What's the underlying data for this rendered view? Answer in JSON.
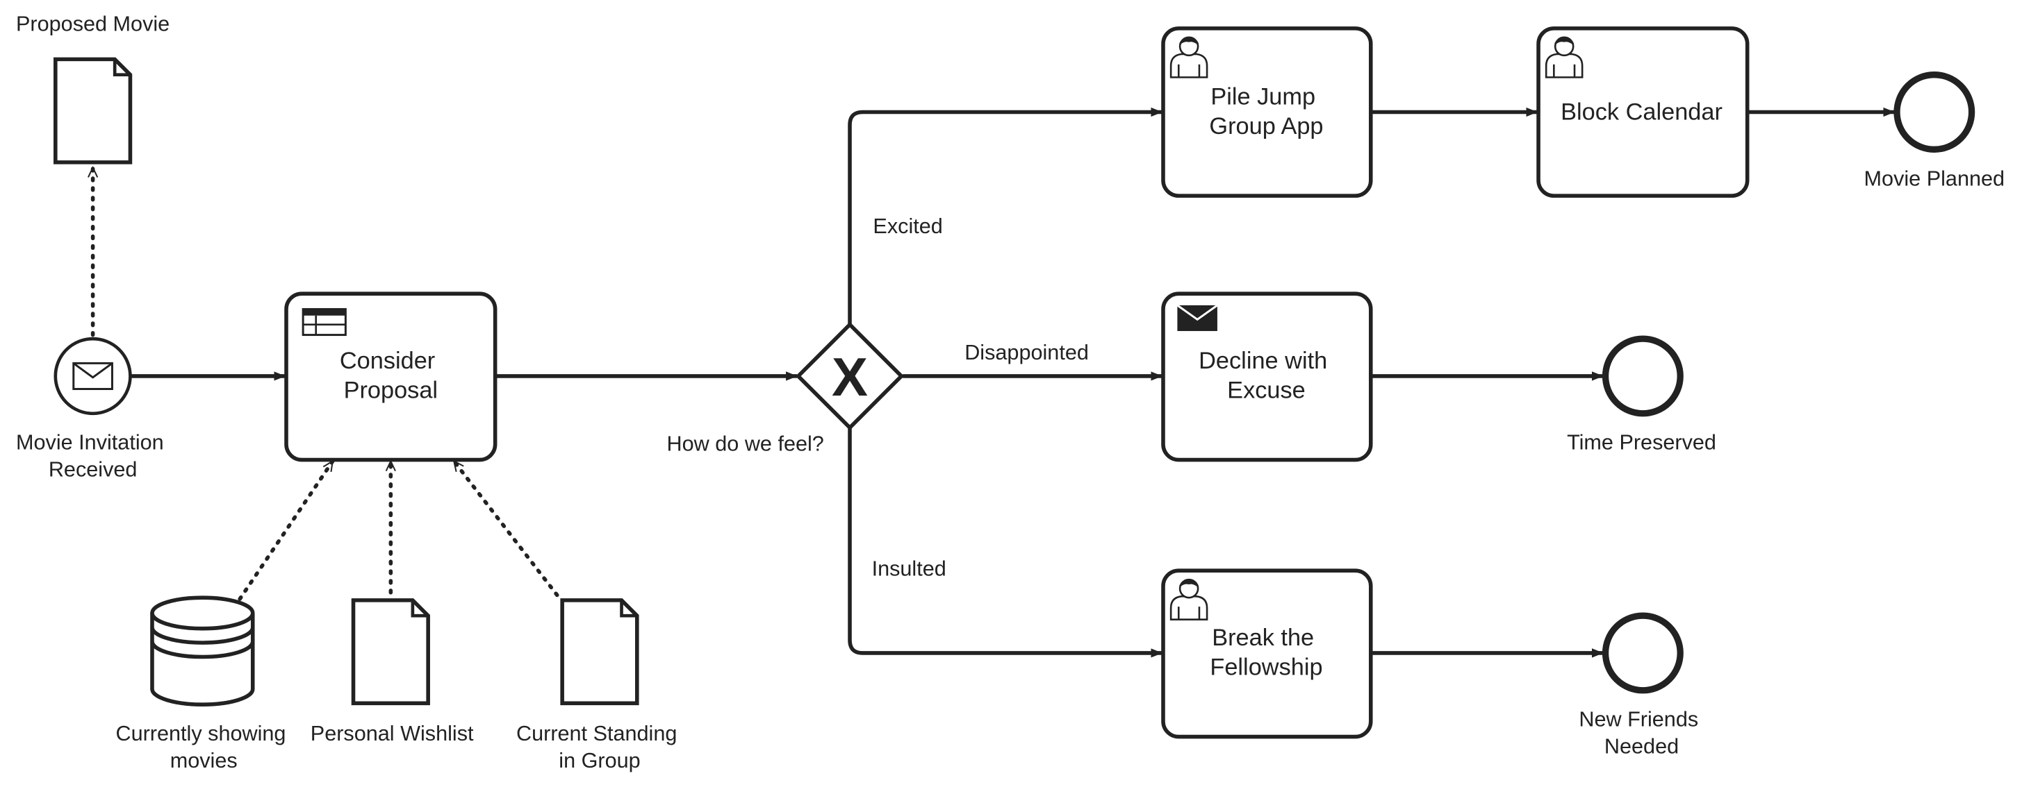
{
  "data_objects": {
    "proposed_movie": "Proposed Movie",
    "currently_showing": [
      "Currently showing",
      "movies"
    ],
    "personal_wishlist": "Personal Wishlist",
    "current_standing": [
      "Current Standing",
      "in Group"
    ]
  },
  "events": {
    "start": [
      "Movie Invitation",
      "Received"
    ],
    "end_planned": "Movie Planned",
    "end_preserved": "Time Preserved",
    "end_friends": [
      "New Friends",
      "Needed"
    ]
  },
  "tasks": {
    "consider": [
      "Consider",
      "Proposal"
    ],
    "pile_jump": [
      "Pile Jump",
      "Group App"
    ],
    "block_calendar": "Block Calendar",
    "decline": [
      "Decline with",
      "Excuse"
    ],
    "break": [
      "Break the",
      "Fellowship"
    ]
  },
  "gateway": {
    "label": "How do we feel?",
    "marker": "X"
  },
  "flows": {
    "excited": "Excited",
    "disappointed": "Disappointed",
    "insulted": "Insulted"
  },
  "colors": {
    "stroke": "#222222",
    "background": "#ffffff"
  }
}
